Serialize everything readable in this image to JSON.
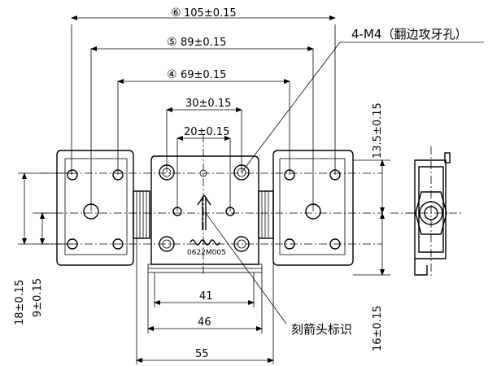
{
  "dimensions": {
    "d105": {
      "circle": "⑥",
      "value": "105±0.15"
    },
    "d89": {
      "circle": "⑤",
      "value": "89±0.15"
    },
    "d69": {
      "circle": "④",
      "value": "69±0.15"
    },
    "d30": "30±0.15",
    "d20": "20±0.15",
    "d41": "41",
    "d46": "46",
    "d55": "55",
    "d18": "18±0.15",
    "d9": "9±0.15",
    "d13_5": "13.5±0.15",
    "d16": "16±0.15"
  },
  "notes": {
    "thread_holes": "4-M4（翻边攻牙孔）",
    "arrow_mark": "刻箭头标识"
  },
  "part_code": "0622M005",
  "colors": {
    "line": "#000000",
    "background": "#ffffff"
  }
}
